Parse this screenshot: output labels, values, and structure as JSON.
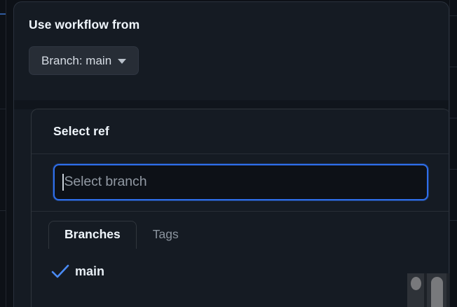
{
  "dialog": {
    "section_title": "Use workflow from",
    "branch_button": {
      "label": "Branch: main",
      "icon": "chevron-down-icon"
    }
  },
  "ref_popover": {
    "title": "Select ref",
    "search": {
      "placeholder": "Select branch",
      "value": "",
      "focused": true
    },
    "tabs": [
      {
        "label": "Branches",
        "active": true
      },
      {
        "label": "Tags",
        "active": false
      }
    ],
    "items": [
      {
        "label": "main",
        "selected": true,
        "icon": "check-icon"
      }
    ]
  },
  "colors": {
    "accent_blue": "#2f6feb",
    "check_blue": "#4a8bf5",
    "dialog_bg": "#151b23",
    "input_bg": "#0d1117",
    "page_bg": "#0d1117",
    "border": "#30363d",
    "text_primary": "#f0f6fc",
    "text_muted": "#8b949e",
    "button_bg": "#272d36"
  }
}
